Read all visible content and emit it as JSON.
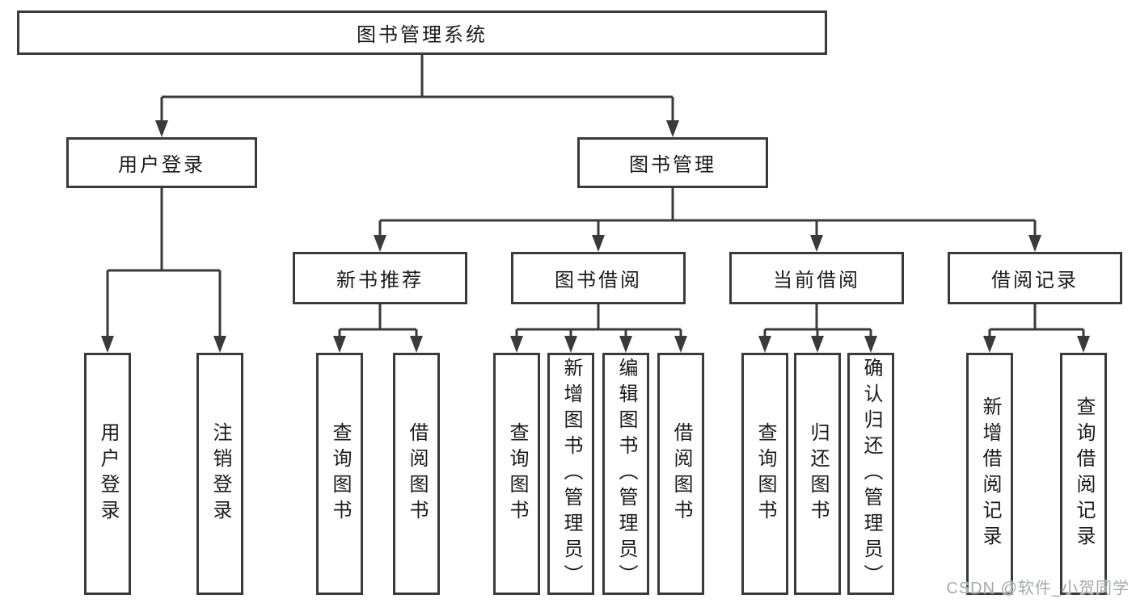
{
  "colors": {
    "line": "#3a3a3e",
    "text": "#1a1a1a",
    "node_fill": "#ffffff",
    "background": "#ffffff",
    "watermark": "#a5a9ae"
  },
  "watermark": "CSDN @软件_小贺同学",
  "tree": {
    "label": "图书管理系统",
    "children": [
      {
        "label": "用户登录",
        "children": [
          {
            "label": "用户登录"
          },
          {
            "label": "注销登录"
          }
        ]
      },
      {
        "label": "图书管理",
        "children": [
          {
            "label": "新书推荐",
            "children": [
              {
                "label": "查询图书"
              },
              {
                "label": "借阅图书"
              }
            ]
          },
          {
            "label": "图书借阅",
            "children": [
              {
                "label": "查询图书"
              },
              {
                "label": "新增图书（管理员）"
              },
              {
                "label": "编辑图书（管理员）"
              },
              {
                "label": "借阅图书"
              }
            ]
          },
          {
            "label": "当前借阅",
            "children": [
              {
                "label": "查询图书"
              },
              {
                "label": "归还图书"
              },
              {
                "label": "确认归还（管理员）"
              }
            ]
          },
          {
            "label": "借阅记录",
            "children": [
              {
                "label": "新增借阅记录"
              },
              {
                "label": "查询借阅记录"
              }
            ]
          }
        ]
      }
    ]
  }
}
